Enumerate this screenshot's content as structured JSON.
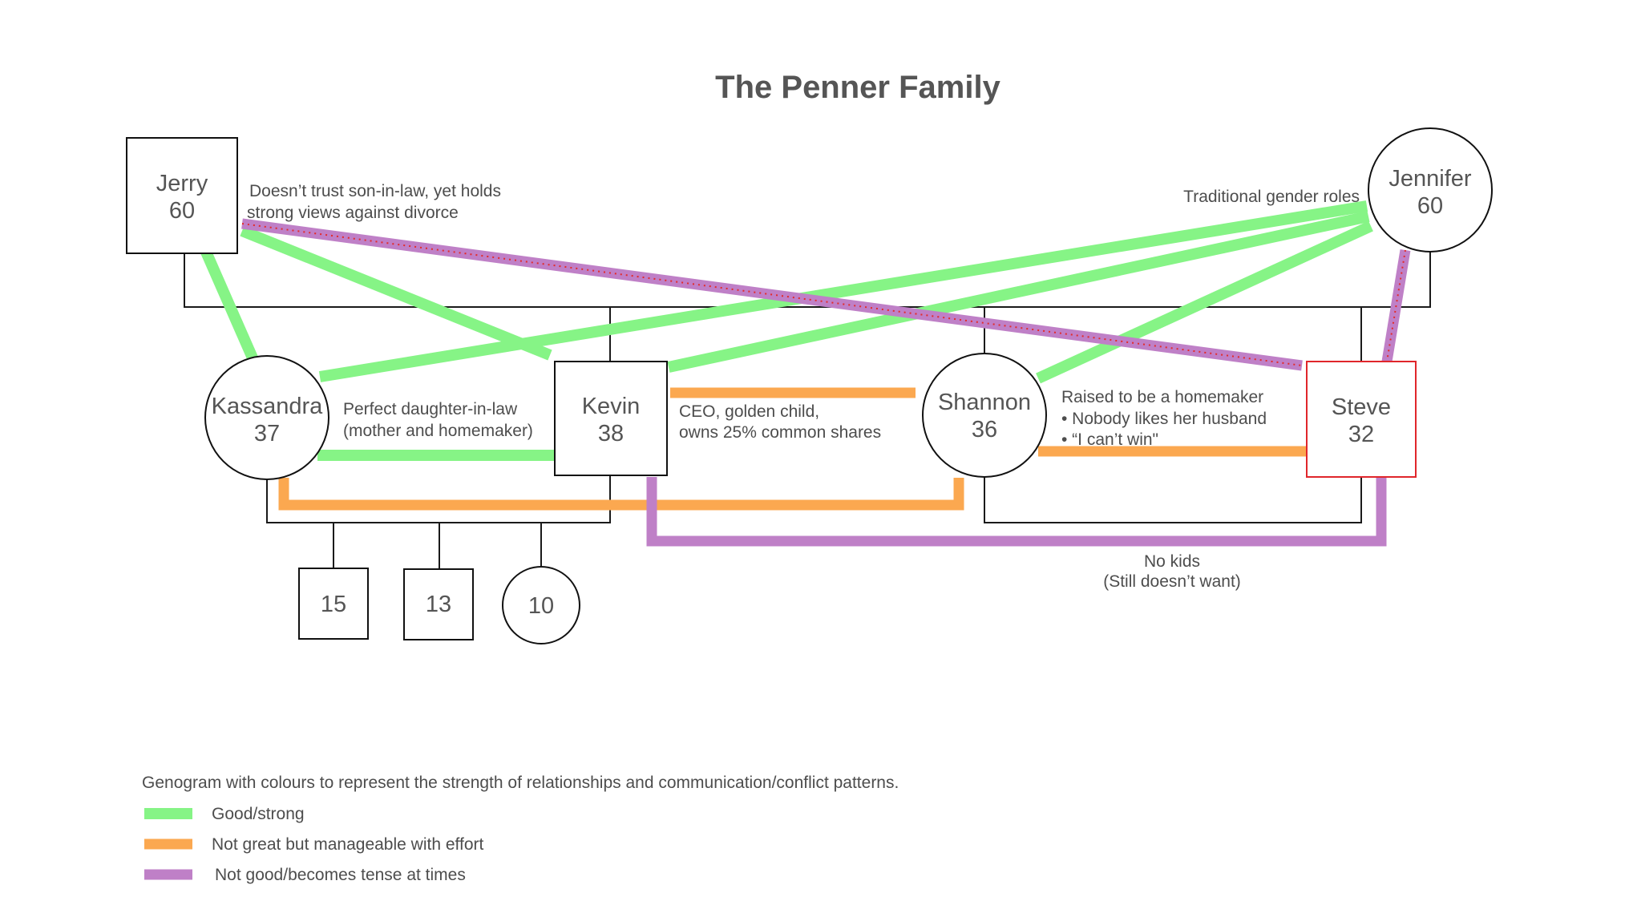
{
  "title": "The Penner Family",
  "people": {
    "jerry": {
      "name": "Jerry",
      "age": "60"
    },
    "jennifer": {
      "name": "Jennifer",
      "age": "60"
    },
    "kassandra": {
      "name": "Kassandra",
      "age": "37"
    },
    "kevin": {
      "name": "Kevin",
      "age": "38"
    },
    "shannon": {
      "name": "Shannon",
      "age": "36"
    },
    "steve": {
      "name": "Steve",
      "age": "32"
    },
    "child1": {
      "age": "15"
    },
    "child2": {
      "age": "13"
    },
    "child3": {
      "age": "10"
    }
  },
  "notes": {
    "jerry": [
      "Doesn’t trust son-in-law, yet holds",
      "strong views against divorce"
    ],
    "jennifer": "Traditional gender roles",
    "kassandra": [
      "Perfect daughter-in-law",
      "(mother and homemaker)"
    ],
    "kevin": [
      "CEO, golden child,",
      "owns 25% common shares"
    ],
    "shannon": [
      "Raised to be a homemaker",
      "•  Nobody likes her husband",
      "•  “I can’t win\""
    ],
    "steve": [
      "No kids",
      "(Still doesn’t want)"
    ]
  },
  "legend": {
    "caption": "Genogram with colours to represent the strength of relationships and communication/conflict patterns.",
    "items": [
      {
        "label": "Good/strong",
        "color": "#86f486"
      },
      {
        "label": "Not great but manageable with effort",
        "color": "#fba850"
      },
      {
        "label": "Not good/becomes tense at times",
        "color": "#bf80c7"
      }
    ]
  },
  "colors": {
    "good": "#86f486",
    "ok": "#fba850",
    "bad": "#bf80c7",
    "highlight": "#e0262b"
  }
}
